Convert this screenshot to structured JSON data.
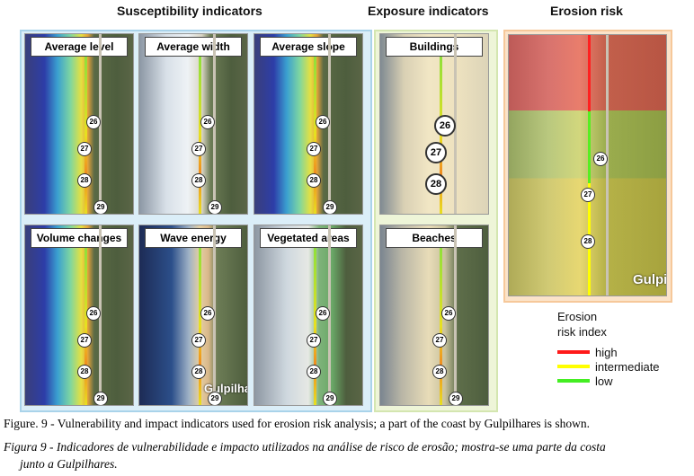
{
  "headers": {
    "susceptibility": "Susceptibility indicators",
    "exposure": "Exposure indicators",
    "risk": "Erosion risk"
  },
  "susceptibility_panels": [
    "Average level",
    "Average width",
    "Average slope",
    "Volume changes",
    "Wave energy",
    "Vegetated areas"
  ],
  "exposure_panels": [
    "Buildings",
    "Beaches"
  ],
  "markers": [
    "26",
    "27",
    "28",
    "29"
  ],
  "place_name": "Gulpilhares",
  "place_name_cropped": "Gulpi",
  "legend": {
    "title_line1": "Erosion",
    "title_line2": "risk index",
    "items": [
      {
        "label": "high",
        "color": "#ff1a1a"
      },
      {
        "label": "intermediate",
        "color": "#ffff00"
      },
      {
        "label": "low",
        "color": "#44ee22"
      }
    ]
  },
  "caption_en": "Figure. 9 - Vulnerability and impact indicators used for erosion risk analysis; a part of the coast by Gulpilhares is shown.",
  "caption_pt_line1": "Figura 9 - Indicadores de vulnerabilidade e impacto utilizados na análise de risco de erosão; mostra-se uma parte da costa",
  "caption_pt_line2": "junto a Gulpilhares."
}
